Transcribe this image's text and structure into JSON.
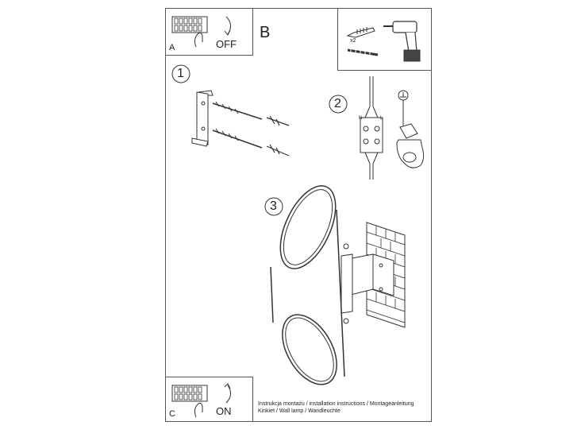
{
  "panels": {
    "a": {
      "letter": "A",
      "switch_text": "OFF"
    },
    "b": {
      "letter": "B",
      "quantity": "x2"
    },
    "c": {
      "letter": "C",
      "switch_text": "ON"
    }
  },
  "steps": {
    "one": {
      "number": "1"
    },
    "two": {
      "number": "2",
      "terminal_n": "N",
      "terminal_l": "L"
    },
    "three": {
      "number": "3"
    }
  },
  "footer": {
    "line1": "Instrukcja montażu / installation instructions / Montageanleitung",
    "line2": "Kinkiet / Wall lamp / Wandleuchte"
  }
}
